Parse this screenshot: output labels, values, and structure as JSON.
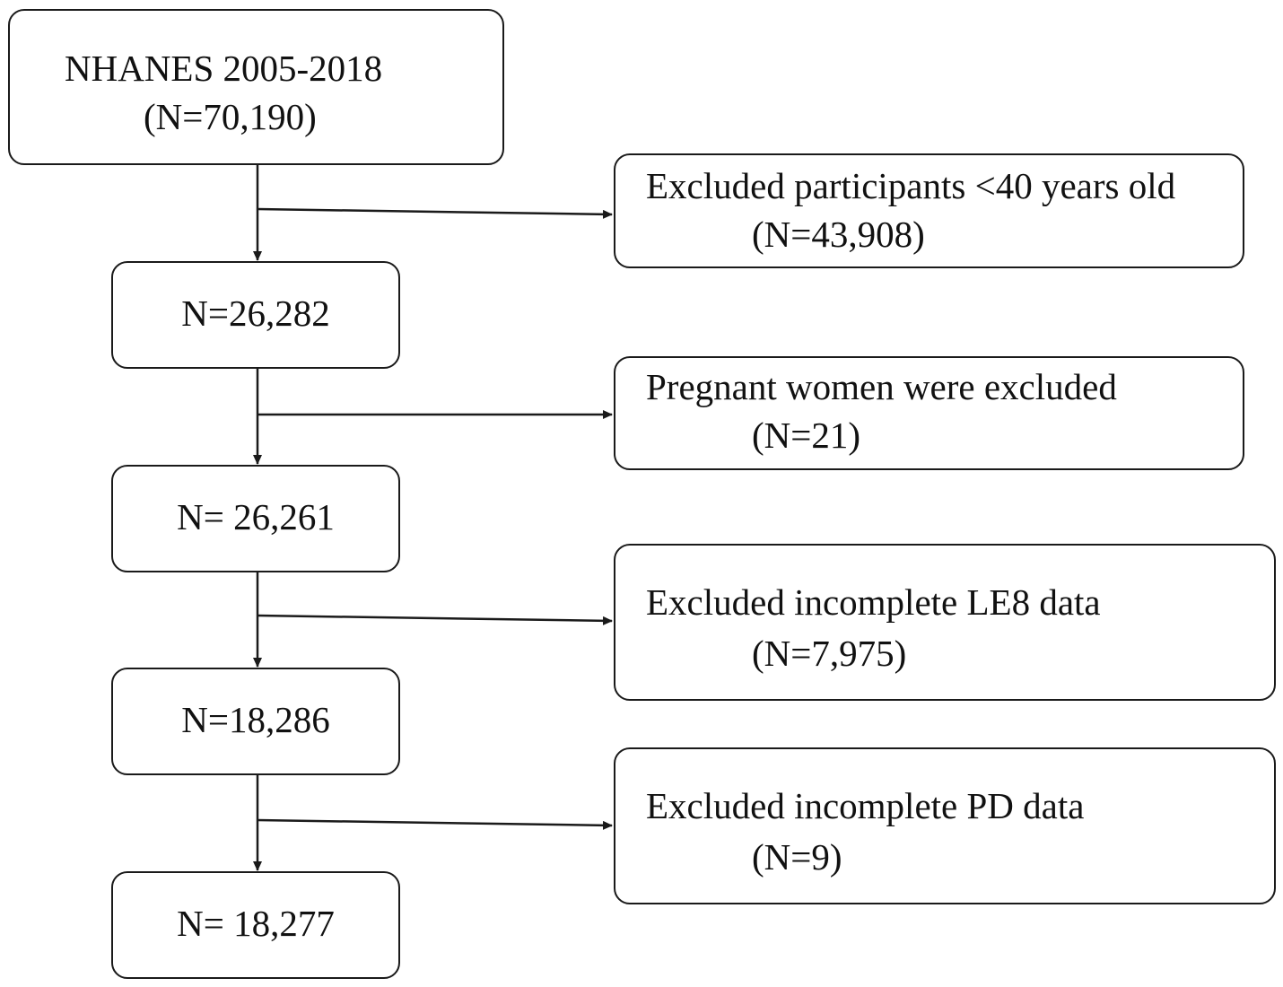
{
  "main_boxes": [
    {
      "line1": "NHANES 2005-2018",
      "line2": "(N=70,190)"
    },
    {
      "line1": "N=26,282"
    },
    {
      "line1": "N= 26,261"
    },
    {
      "line1": "N=18,286"
    },
    {
      "line1": "N= 18,277"
    }
  ],
  "exclusion_boxes": [
    {
      "text": "Excluded participants <40 years old",
      "count": "(N=43,908)"
    },
    {
      "text": "Pregnant women were excluded",
      "count": "(N=21)"
    },
    {
      "text": "Excluded incomplete LE8 data",
      "count": "(N=7,975)"
    },
    {
      "text": "Excluded incomplete PD data",
      "count": "(N=9)"
    }
  ]
}
